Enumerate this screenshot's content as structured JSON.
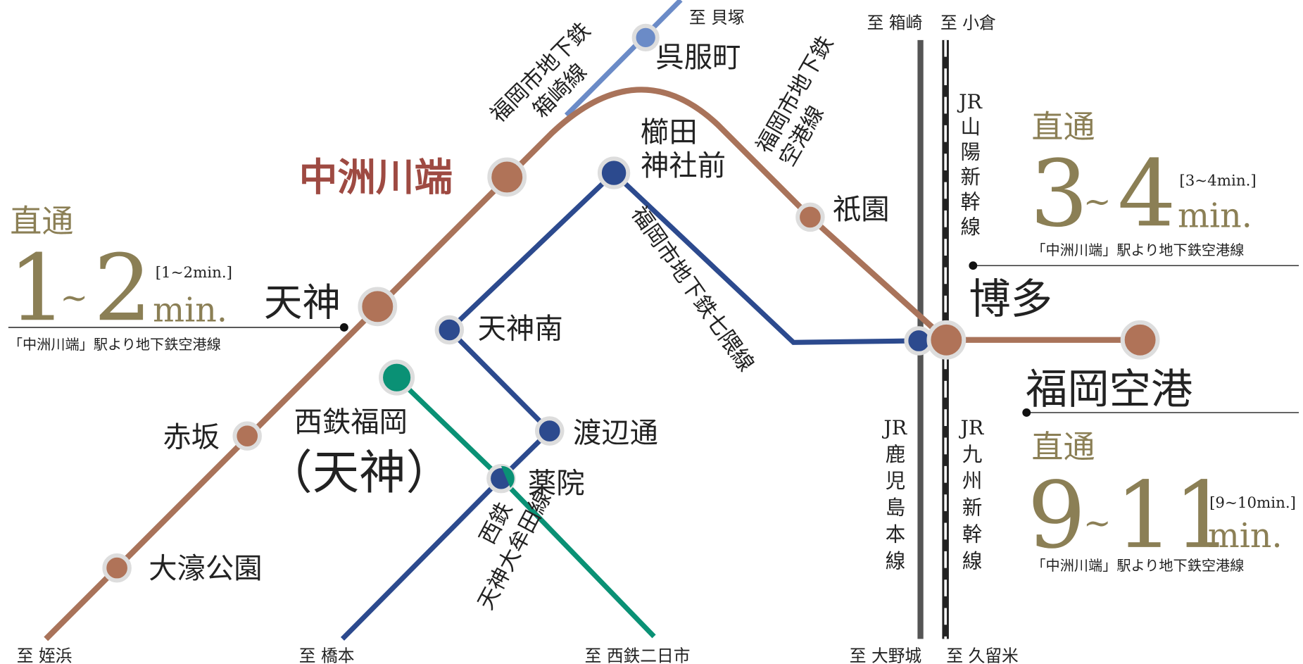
{
  "colors": {
    "kuko_line": "#a9735a",
    "hakozaki_line": "#6b8bc7",
    "nanakuma_line": "#2c4a8e",
    "nishitetsu_line": "#0a9175",
    "jr_kagoshima": "#555555",
    "jr_shinkansen": "#222222",
    "highlight_station": "#9e4a42",
    "time_text": "#8b7f55"
  },
  "destinations": {
    "meinohama": "至 姪浜",
    "hashimoto": "至 橋本",
    "futsukaichi": "至 西鉄二日市",
    "onojo": "至 大野城",
    "kurume": "至 久留米",
    "kaizuka": "至 貝塚",
    "hakozaki": "至 箱崎",
    "kokura": "至 小倉"
  },
  "stations": {
    "nakasu": "中洲川端",
    "tenjin": "天神",
    "akasaka": "赤坂",
    "ohori": "大濠公園",
    "gofukumachi": "呉服町",
    "kushida_1": "櫛田",
    "kushida_2": "神社前",
    "gion": "祇園",
    "hakata": "博多",
    "airport": "福岡空港",
    "tenjin_minami": "天神南",
    "watanabe": "渡辺通",
    "yakuin": "薬院",
    "nishitetsu_1": "西鉄福岡",
    "nishitetsu_2": "（天神）"
  },
  "lines": {
    "hakozaki_1": "福岡市地下鉄",
    "hakozaki_2": "箱崎線",
    "kuko_1": "福岡市地下鉄",
    "kuko_2": "空港線",
    "nanakuma": "福岡市地下鉄七隈線",
    "nishitetsu_1": "西鉄",
    "nishitetsu_2": "天神大牟田線",
    "jr_sanyo": [
      "JR",
      "山",
      "陽",
      "新",
      "幹",
      "線"
    ],
    "jr_kagoshima": [
      "JR",
      "鹿",
      "児",
      "島",
      "本",
      "線"
    ],
    "jr_kyushu": [
      "JR",
      "九",
      "州",
      "新",
      "幹",
      "線"
    ]
  },
  "times": {
    "tenjin": {
      "label": "直通",
      "from": "1",
      "sep": "~",
      "to": "2",
      "unit": "min.",
      "bracket": "[1~2min.]",
      "note": "「中洲川端」駅より地下鉄空港線"
    },
    "hakata": {
      "label": "直通",
      "from": "3",
      "sep": "~",
      "to": "4",
      "unit": "min.",
      "bracket": "[3~4min.]",
      "note": "「中洲川端」駅より地下鉄空港線"
    },
    "airport": {
      "label": "直通",
      "from": "9",
      "sep": "~",
      "to": "11",
      "unit": "min.",
      "bracket": "[9~10min.]",
      "note": "「中洲川端」駅より地下鉄空港線"
    }
  }
}
